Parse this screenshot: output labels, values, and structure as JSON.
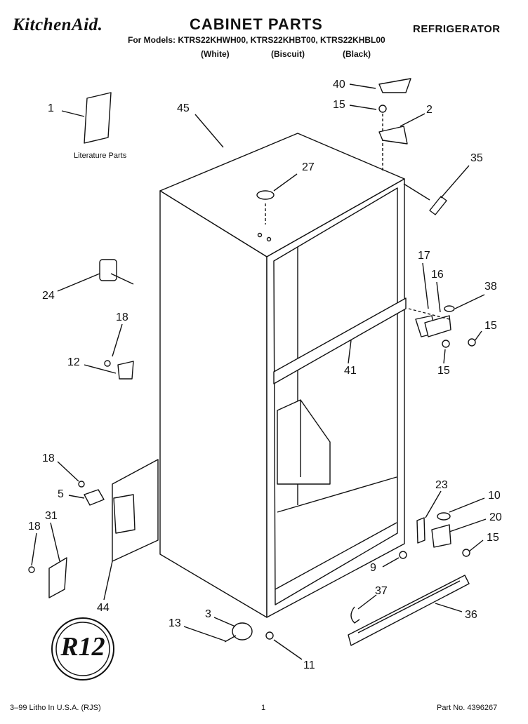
{
  "header": {
    "brand": "KitchenAid.",
    "title": "CABINET PARTS",
    "section": "REFRIGERATOR",
    "models": "For Models: KTRS22KHWH00, KTRS22KHBT00, KTRS22KHBL00",
    "colors": [
      "(White)",
      "(Biscuit)",
      "(Black)"
    ]
  },
  "literature_label": "Literature Parts",
  "badge": "R12",
  "callouts": [
    "1",
    "45",
    "40",
    "15",
    "2",
    "27",
    "35",
    "24",
    "17",
    "16",
    "38",
    "18",
    "15",
    "12",
    "15",
    "41",
    "18",
    "5",
    "23",
    "10",
    "18",
    "31",
    "20",
    "15",
    "9",
    "44",
    "37",
    "36",
    "3",
    "13",
    "11"
  ],
  "footer": {
    "left": "3–99 Litho In U.S.A. (RJS)",
    "page": "1",
    "part": "Part No. 4396267"
  }
}
